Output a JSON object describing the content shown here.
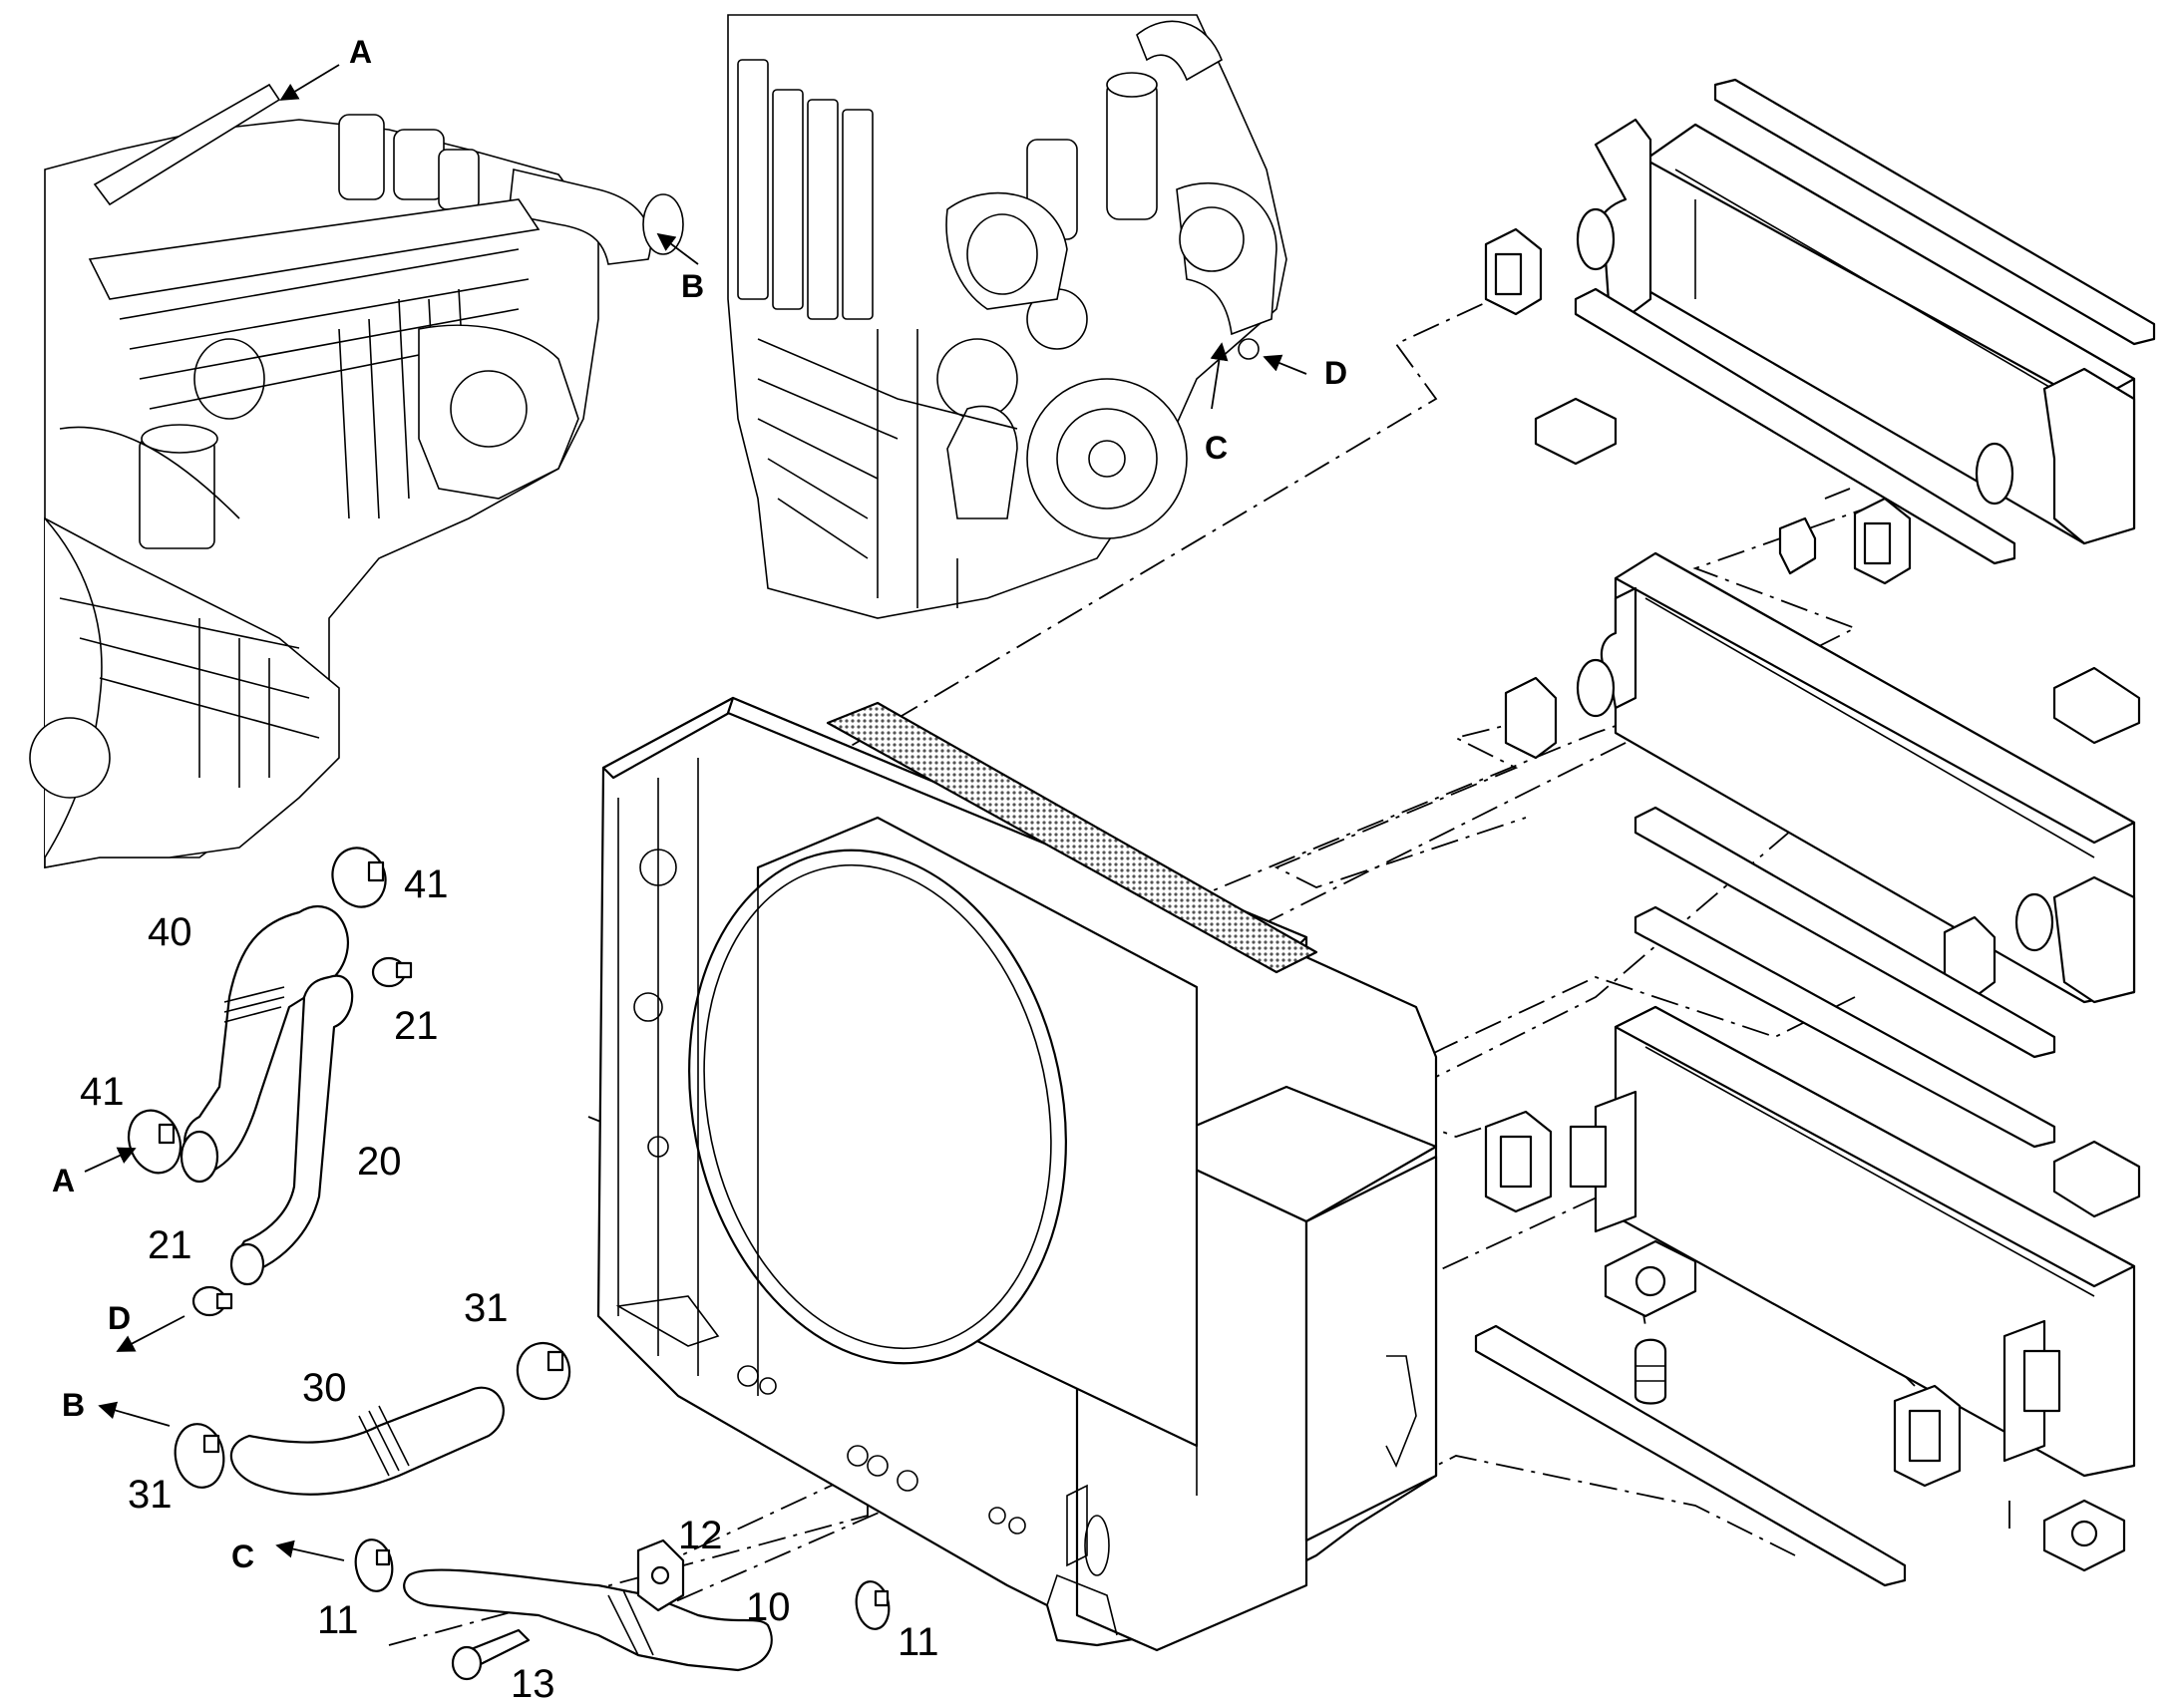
{
  "callouts": {
    "c40": "40",
    "c41_top": "41",
    "c41_left": "41",
    "c21_top": "21",
    "c21_left": "21",
    "c20": "20",
    "c31_top": "31",
    "c30": "30",
    "c31_left": "31",
    "c12": "12",
    "c10": "10",
    "c11_left": "11",
    "c11_right": "11",
    "c13": "13"
  },
  "connections": {
    "a_engine": "A",
    "b_engine": "B",
    "c_engine": "C",
    "d_engine": "D",
    "a_hose": "A",
    "b_hose": "B",
    "c_hose": "C",
    "d_hose": "D"
  },
  "colors": {
    "line": "#000000",
    "background": "#ffffff",
    "mesh": "#999999"
  }
}
